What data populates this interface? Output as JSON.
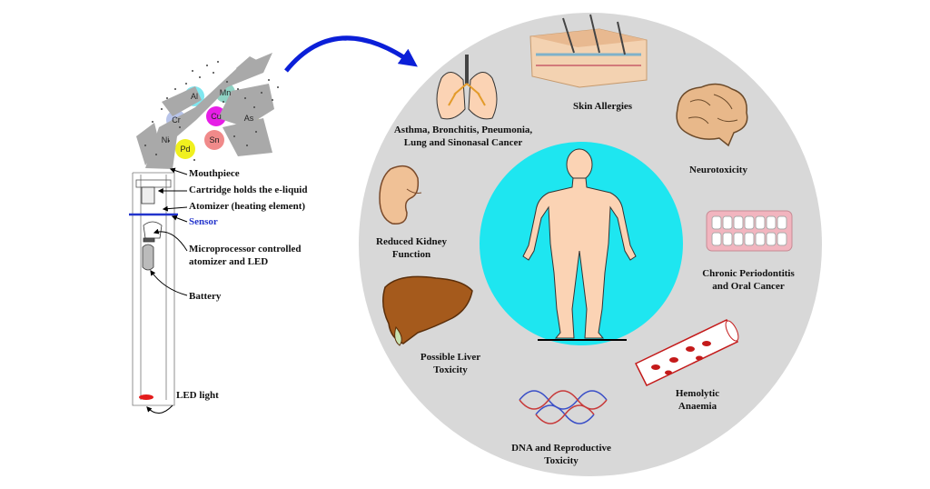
{
  "colors": {
    "circle_bg": "#d8d8d8",
    "inner_circle": "#1ee6f0",
    "body_skin": "#fbd3b4",
    "arrow": "#0b1fd8",
    "sensor_text": "#2233cc",
    "led": "#e31b1b"
  },
  "elements": [
    {
      "symbol": "Al",
      "color": "#7fe7f0"
    },
    {
      "symbol": "Mn",
      "color": "#8fd3c4"
    },
    {
      "symbol": "Cr",
      "color": "#b8c4ea"
    },
    {
      "symbol": "Cu",
      "color": "#e61ee6"
    },
    {
      "symbol": "As",
      "color": "#e6e666"
    },
    {
      "symbol": "Ni",
      "color": "#e6e6e6"
    },
    {
      "symbol": "Pd",
      "color": "#f0f01e"
    },
    {
      "symbol": "Sn",
      "color": "#f08a8a"
    }
  ],
  "device": {
    "mouthpiece": "Mouthpiece",
    "cartridge": "Cartridge holds the e-liquid",
    "atomizer": "Atomizer (heating element)",
    "sensor": "Sensor",
    "microprocessor": "Microprocessor controlled\natomizer and LED",
    "battery": "Battery",
    "led": "LED light"
  },
  "effects": {
    "lungs": "Asthma, Bronchitis, Pneumonia,\nLung and Sinonasal Cancer",
    "skin": "Skin Allergies",
    "neuro": "Neurotoxicity",
    "periodontitis": "Chronic Periodontitis\nand Oral Cancer",
    "hemolytic": "Hemolytic\nAnaemia",
    "dna": "DNA and Reproductive\nToxicity",
    "liver": "Possible Liver\nToxicity",
    "kidney": "Reduced Kidney\nFunction"
  },
  "icons": [
    "lungs-icon",
    "skin-icon",
    "brain-icon",
    "teeth-icon",
    "blood-vessel-icon",
    "dna-icon",
    "liver-icon",
    "kidney-icon",
    "human-body-icon",
    "e-cigarette-icon"
  ]
}
